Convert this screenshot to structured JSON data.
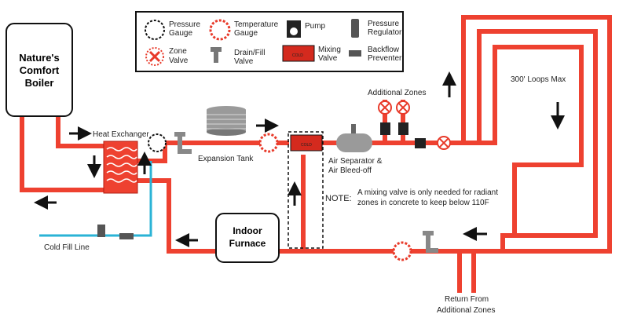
{
  "legend": {
    "pressure_gauge": [
      "Pressure",
      "Gauge"
    ],
    "temperature_gauge": [
      "Temperature",
      "Gauge"
    ],
    "pump": "Pump",
    "pressure_regulator": [
      "Pressure",
      "Regulator"
    ],
    "zone_valve": [
      "Zone",
      "Valve"
    ],
    "drain_fill_valve": [
      "Drain/Fill",
      "Valve"
    ],
    "mixing_valve": [
      "Mixing",
      "Valve"
    ],
    "backflow_preventer": [
      "Backflow",
      "Preventer"
    ]
  },
  "boiler": [
    "Nature's",
    "Comfort",
    "Boiler"
  ],
  "furnace": [
    "Indoor",
    "Furnace"
  ],
  "labels": {
    "heat_exchanger": "Heat Exchanger",
    "expansion_tank": "Expansion Tank",
    "additional_zones": "Additional Zones",
    "air_separator": [
      "Air Separator &",
      "Air Bleed-off"
    ],
    "loops_max": "300' Loops Max",
    "note_lead": "NOTE:",
    "note_lines": [
      "A mixing valve is only needed for radiant",
      "zones in concrete to keep below 110F"
    ],
    "cold_fill_line": "Cold Fill Line",
    "return_from": [
      "Return From",
      "Additional Zones"
    ],
    "cold_tag": "COLD"
  },
  "colors": {
    "pipe": "#ee4130",
    "cold_pipe": "#2ab3d6",
    "arrow": "#111111",
    "gauge_ring": "#e83a2a",
    "tank": "#9a9a9a"
  }
}
